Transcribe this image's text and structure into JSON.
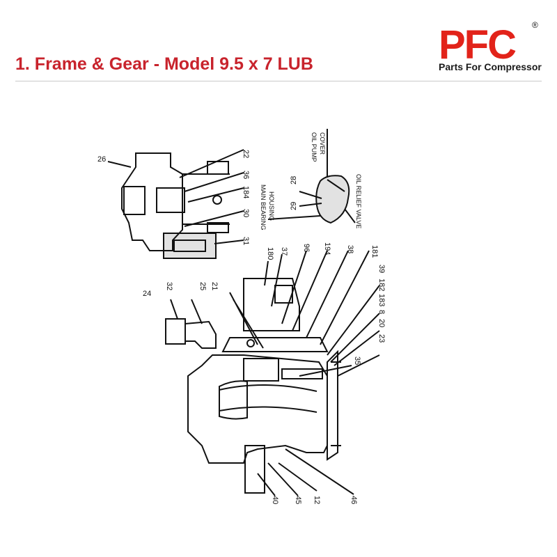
{
  "header": {
    "title": "1. Frame & Gear - Model 9.5 x 7 LUB",
    "brand": {
      "logo_text": "PFC",
      "registered_mark": "®",
      "tagline": "Parts For Compressor",
      "color": "#e2231a"
    },
    "title_color": "#c8232c"
  },
  "diagram": {
    "part_labels": [
      "26",
      "22",
      "36",
      "184",
      "30",
      "31",
      "28",
      "29",
      "180",
      "37",
      "96",
      "194",
      "38",
      "181",
      "39",
      "182",
      "183",
      "8",
      "20",
      "23",
      "24",
      "32",
      "25",
      "21",
      "35",
      "40",
      "45",
      "12",
      "46"
    ],
    "notes": {
      "oil_pump_cover_1": "OIL PUMP",
      "oil_pump_cover_2": "COVER",
      "oil_relief_valve": "OIL RELIEF VALVE",
      "main_bearing_1": "MAIN BEARING",
      "main_bearing_2": "HOUSING"
    }
  }
}
